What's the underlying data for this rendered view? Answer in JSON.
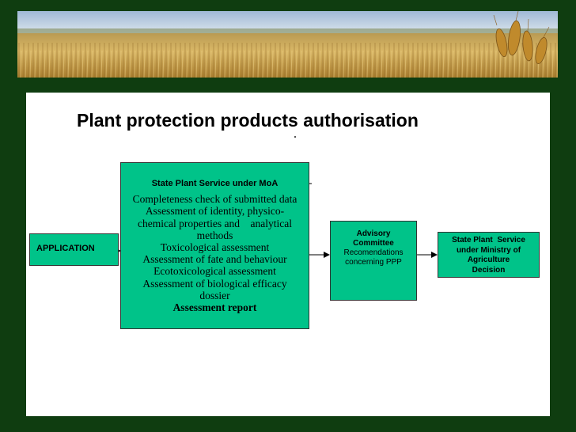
{
  "title": "Plant protection products authorisation",
  "application": {
    "label": "APPLICATION"
  },
  "assessment": {
    "heading": "State Plant  Service under MoA",
    "items": [
      "Completeness check of submitted data",
      "Assessment of identity, physico-",
      "chemical properties and    analytical",
      "methods",
      "Toxicological assessment",
      "Assessment of fate and behaviour",
      "Ecotoxicological assessment",
      "Assessment of biological efficacy",
      "dossier"
    ],
    "report": "Assessment report"
  },
  "advisory": {
    "heading_1": "Advisory",
    "heading_2": "Committee",
    "line_1": "Recomendations",
    "line_2": "concerning PPP"
  },
  "decision": {
    "lines": [
      "State Plant  Service",
      "under Ministry of",
      "Agriculture",
      "Decision"
    ]
  },
  "colors": {
    "frame": "#0f3d10",
    "box_fill": "#00c389",
    "wheat": "#c9a24a",
    "sky": "#b4cbe2"
  }
}
